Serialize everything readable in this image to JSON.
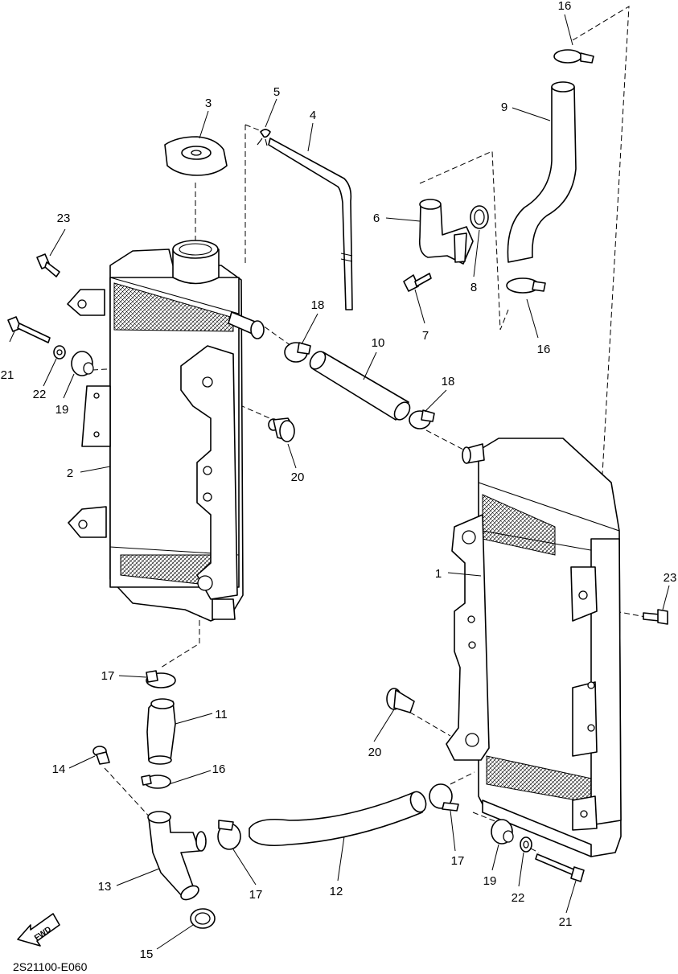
{
  "diagram_code": "2S21100-E060",
  "fwd_label": "FWD",
  "callouts": {
    "c1": "1",
    "c2": "2",
    "c3": "3",
    "c4": "4",
    "c5": "5",
    "c6": "6",
    "c7": "7",
    "c8": "8",
    "c9": "9",
    "c10": "10",
    "c11": "11",
    "c12": "12",
    "c13": "13",
    "c14": "14",
    "c15": "15",
    "c16a": "16",
    "c16b": "16",
    "c16c": "16",
    "c17a": "17",
    "c17b": "17",
    "c17c": "17",
    "c18a": "18",
    "c18b": "18",
    "c19a": "19",
    "c19b": "19",
    "c20a": "20",
    "c20b": "20",
    "c21a": "21",
    "c21b": "21",
    "c22a": "22",
    "c22b": "22",
    "c23a": "23",
    "c23b": "23"
  }
}
